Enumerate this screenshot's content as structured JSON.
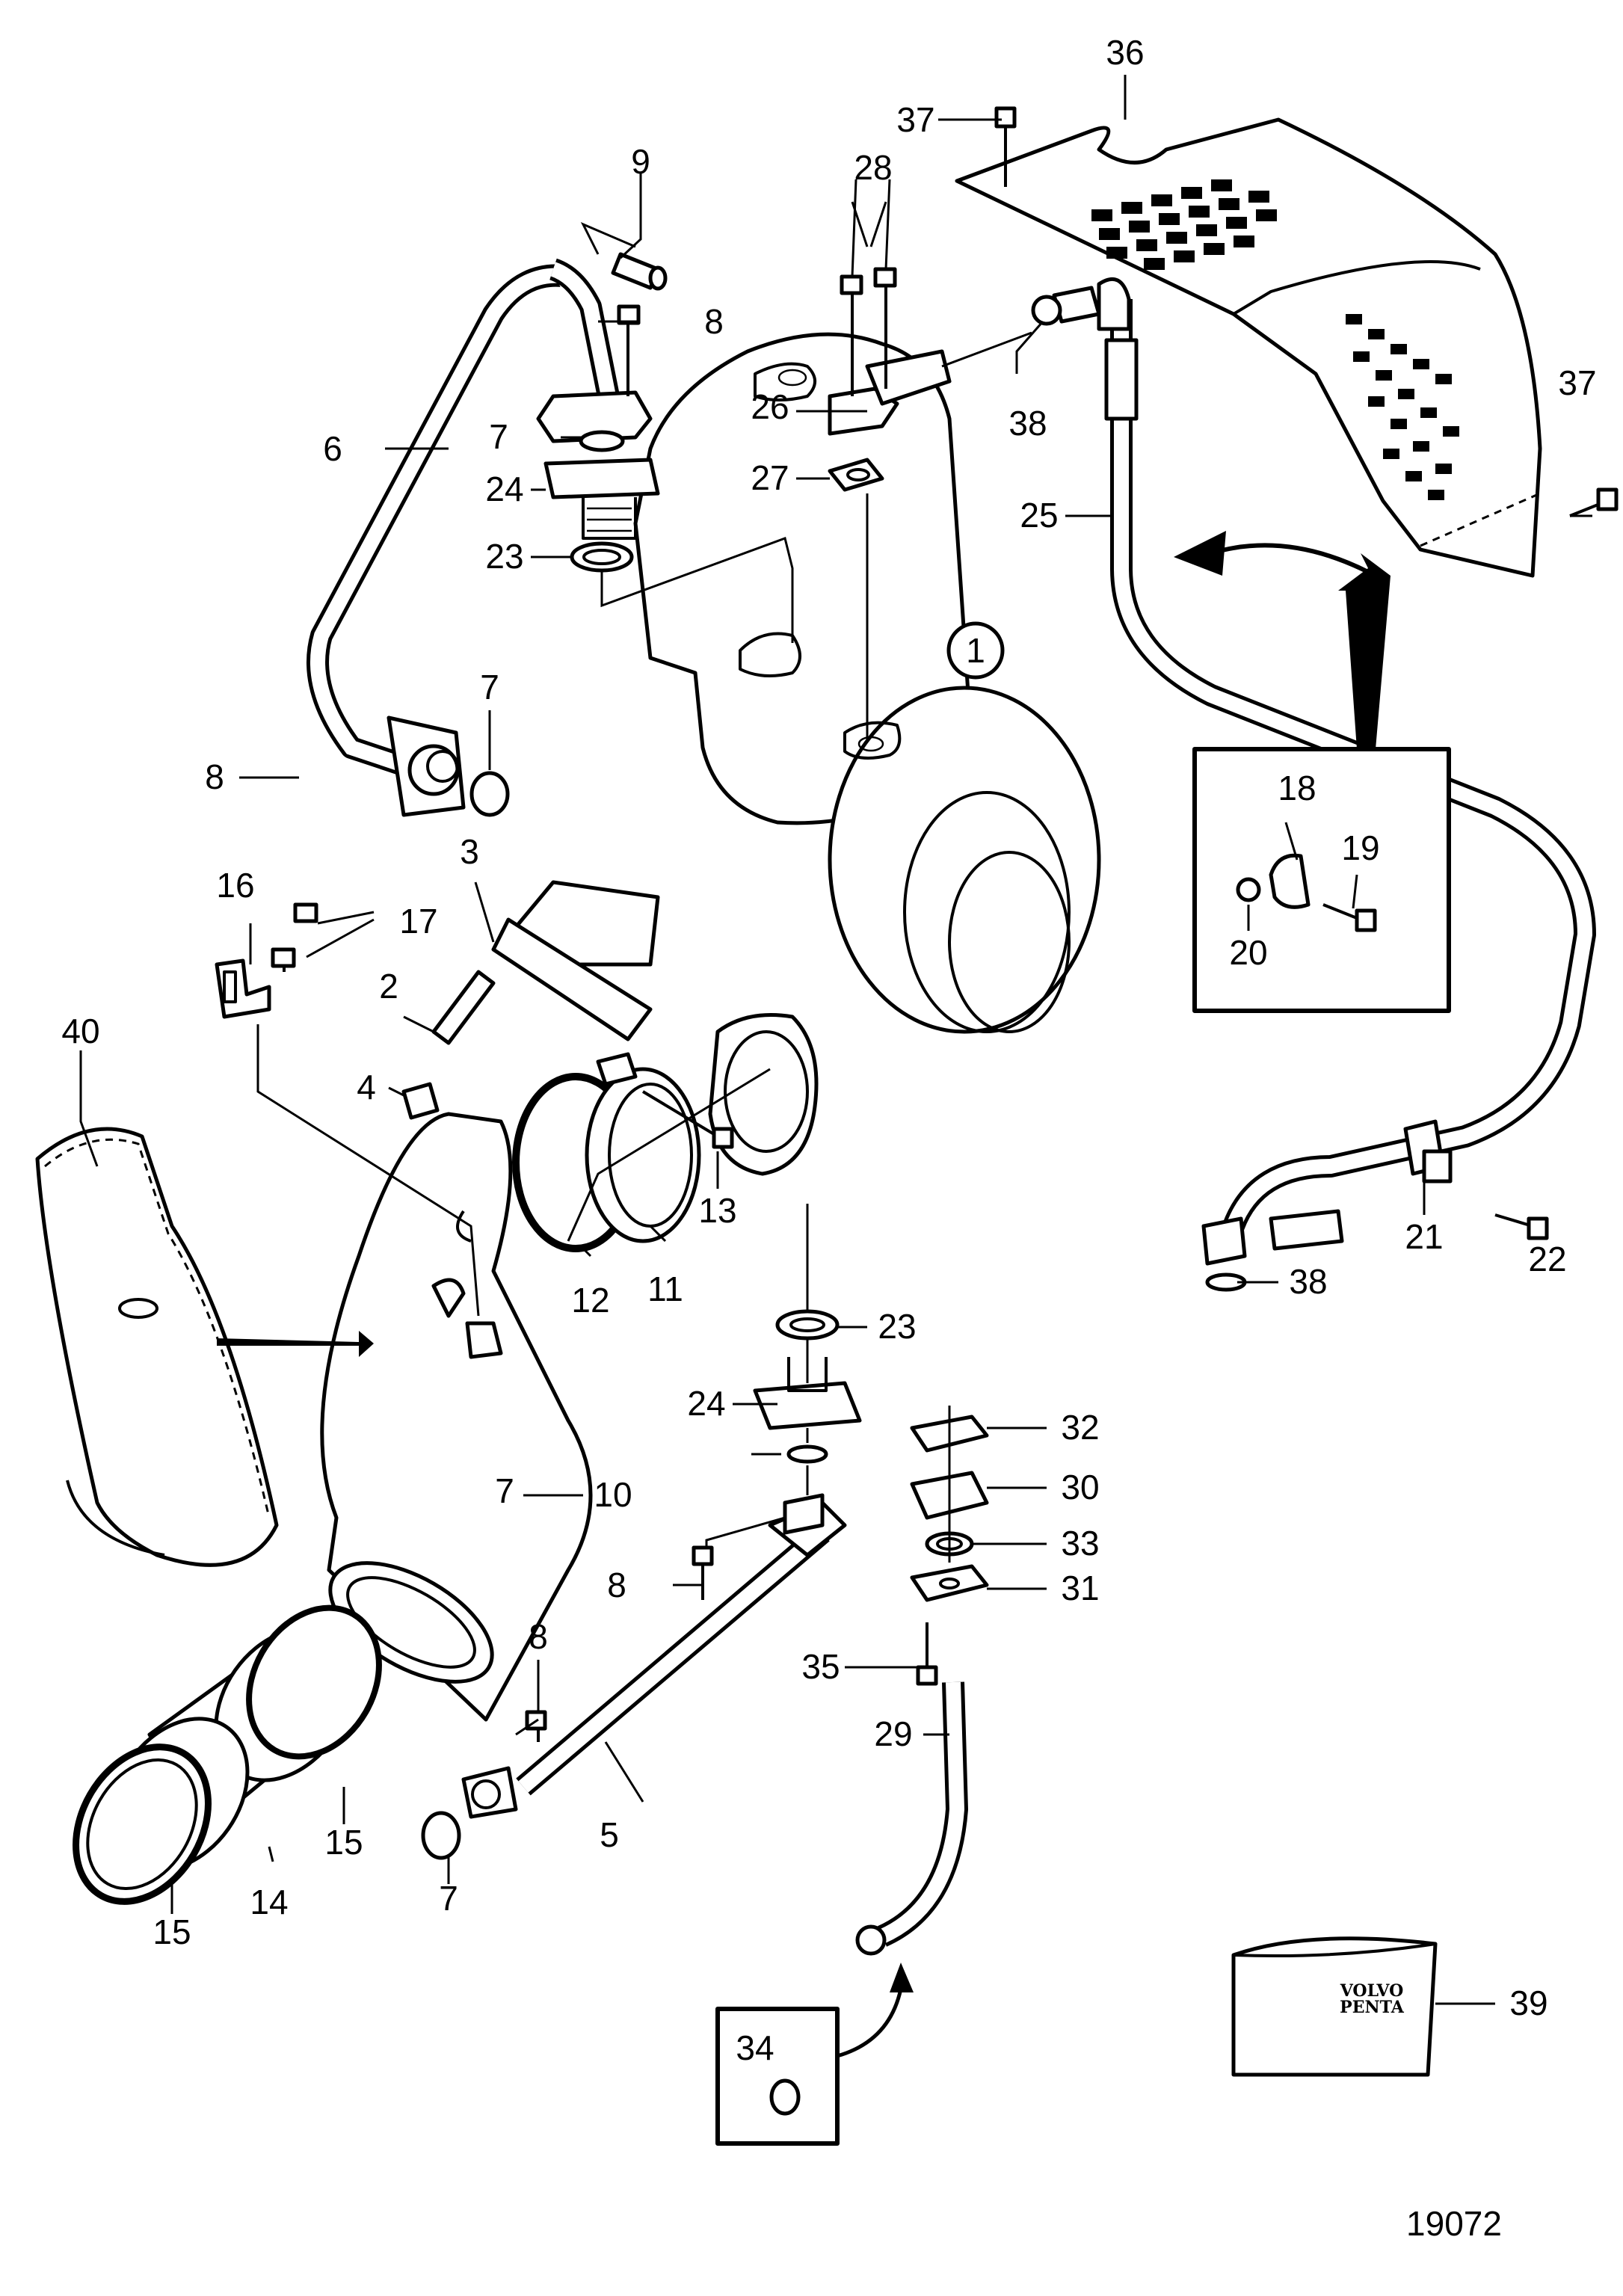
{
  "drawing_number": "19072",
  "kit_box_brand": [
    "VOLVO",
    "PENTA"
  ],
  "callouts": [
    "1",
    "2",
    "3",
    "4",
    "5",
    "6",
    "7",
    "8",
    "9",
    "10",
    "11",
    "12",
    "13",
    "14",
    "15",
    "16",
    "17",
    "18",
    "19",
    "20",
    "21",
    "22",
    "23",
    "24",
    "25",
    "26",
    "27",
    "28",
    "29",
    "30",
    "31",
    "32",
    "33",
    "34",
    "35",
    "36",
    "37",
    "38",
    "39",
    "40"
  ]
}
